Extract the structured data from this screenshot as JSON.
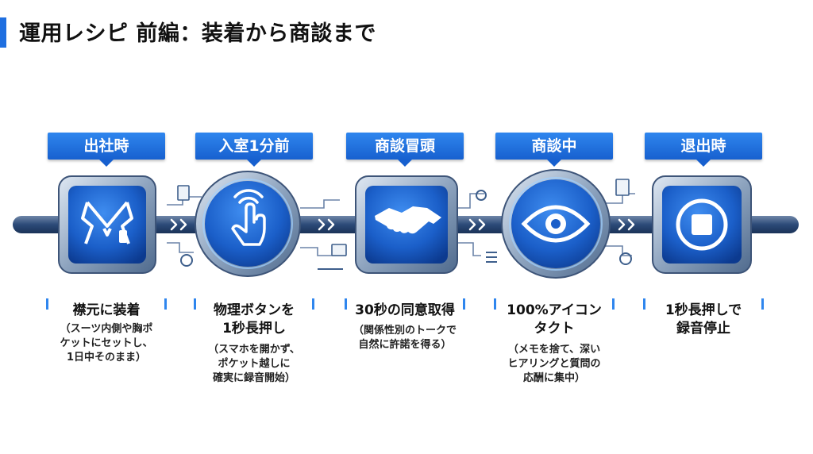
{
  "title": "運用レシピ 前編：装着から商談まで",
  "steps": [
    {
      "phase": "出社時",
      "icon": "suit-lapel-icon",
      "main": "襟元に装着",
      "sub": "（スーツ内側や胸ポ\nケットにセットし、\n1日中そのまま）"
    },
    {
      "phase": "入室1分前",
      "icon": "finger-press-icon",
      "main": "物理ボタンを\n1秒長押し",
      "sub": "（スマホを開かず、\nポケット越しに\n確実に録音開始）"
    },
    {
      "phase": "商談冒頭",
      "icon": "handshake-icon",
      "main": "30秒の同意取得",
      "sub": "（関係性別のトークで\n自然に許諾を得る）"
    },
    {
      "phase": "商談中",
      "icon": "eye-icon",
      "main": "100%アイコン\nタクト",
      "sub": "（メモを捨て、深い\nヒアリングと質問の\n応酬に集中）"
    },
    {
      "phase": "退出時",
      "icon": "stop-button-icon",
      "main": "1秒長押しで\n録音停止",
      "sub": ""
    }
  ],
  "colors": {
    "accent": "#1f6fe0",
    "dark_blue": "#0d3f9c",
    "track": "#2f4f7c"
  }
}
